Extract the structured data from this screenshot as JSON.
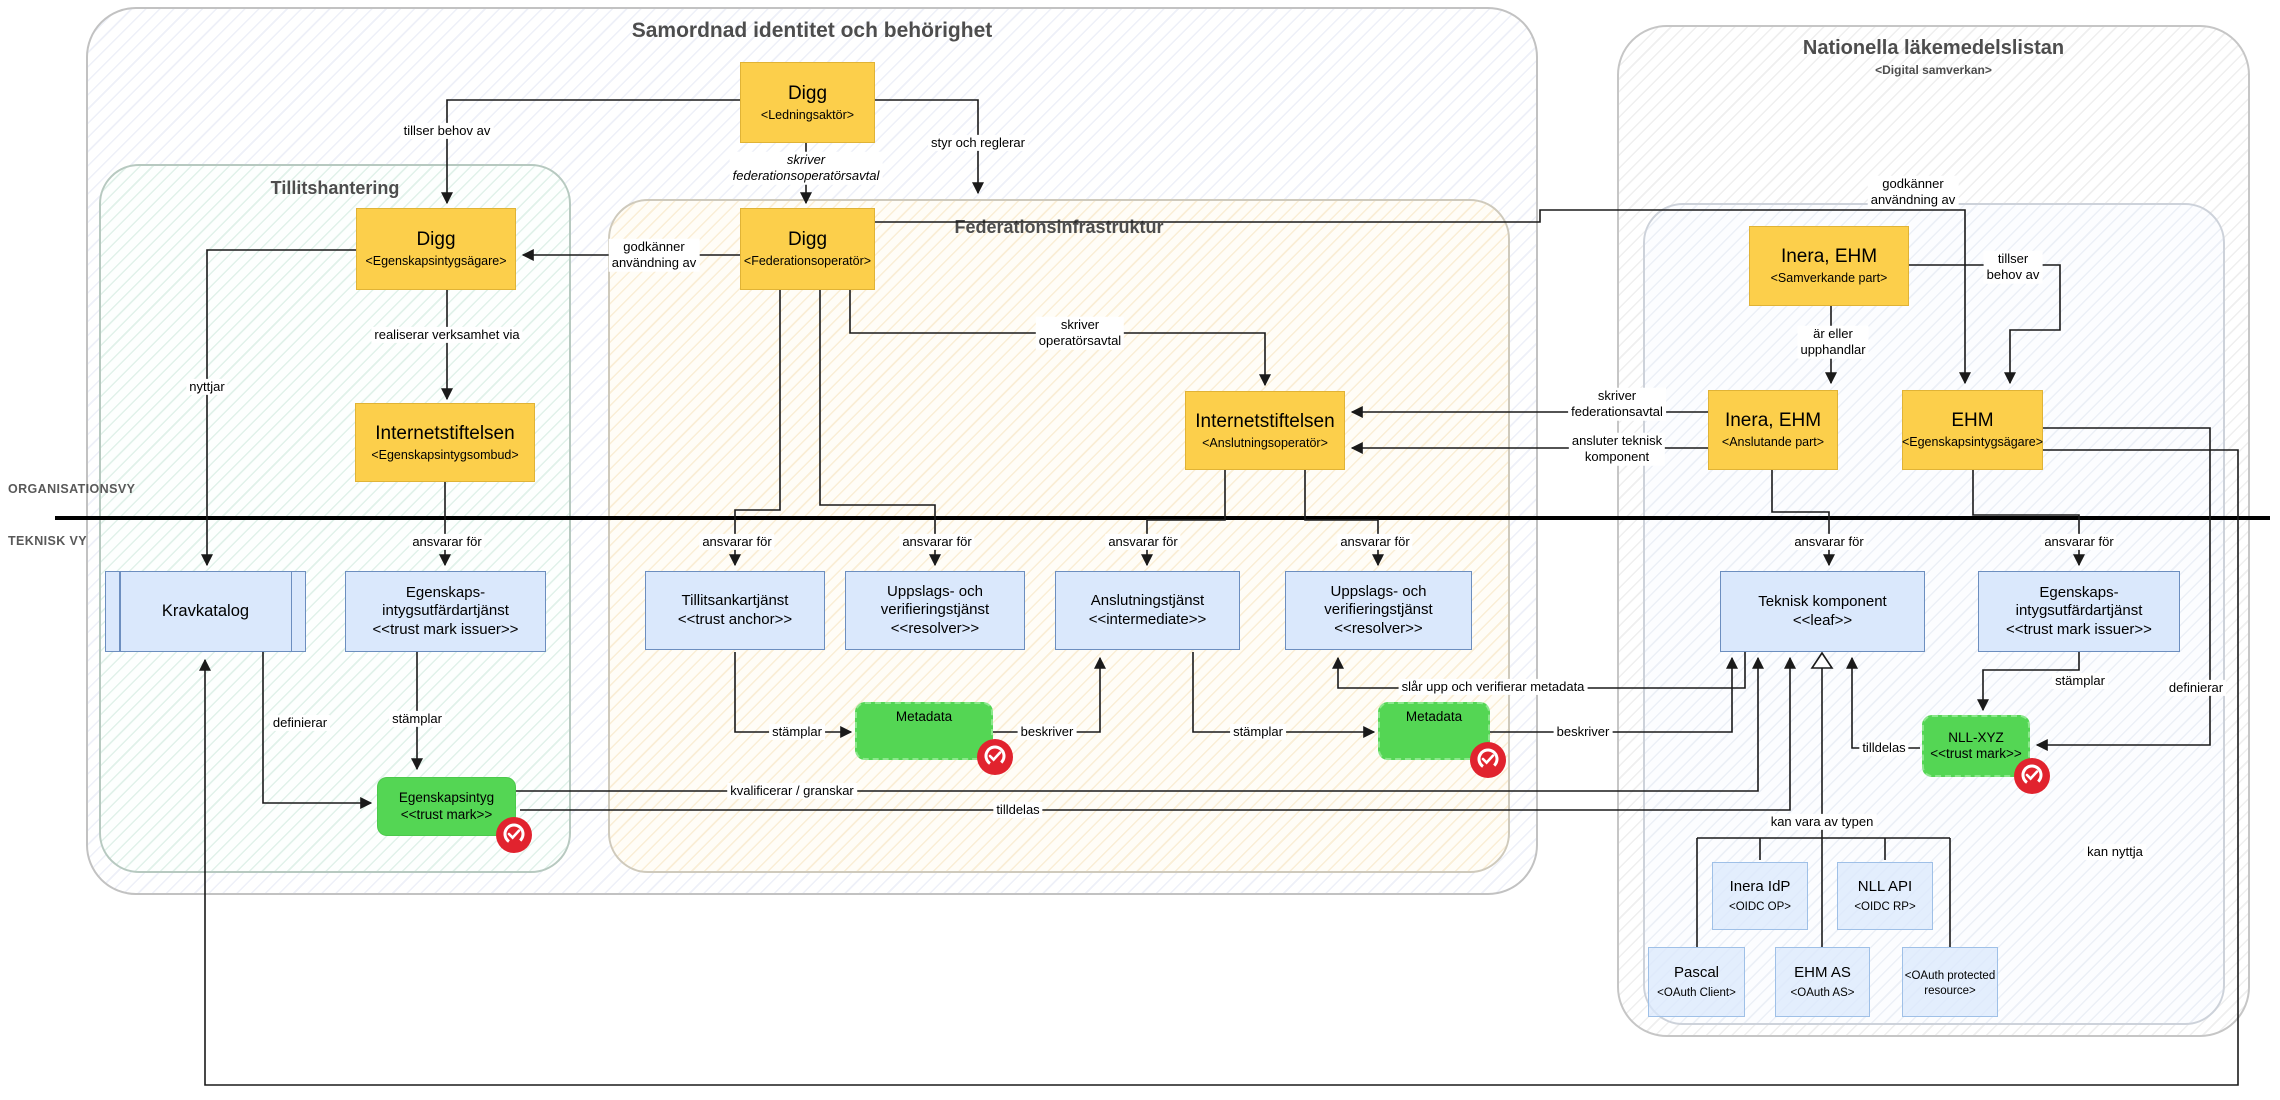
{
  "diagram": {
    "groups": {
      "samordnad": {
        "title": "Samordnad identitet och behörighet"
      },
      "tillitshantering": {
        "title": "Tillitshantering"
      },
      "federationsinfrastruktur": {
        "title": "Federationsinfrastruktur"
      },
      "nll": {
        "title": "Nationella läkemedelslistan",
        "subtitle": "<Digital samverkan>"
      }
    },
    "lanes": {
      "top": "ORGANISATIONSVY",
      "bottom": "TEKNISK VY"
    },
    "nodes": {
      "digg_ledning": {
        "title": "Digg",
        "subtitle": "<Ledningsaktör>"
      },
      "digg_egenskapsintygsagare": {
        "title": "Digg",
        "subtitle": "<Egenskapsintygsägare>"
      },
      "digg_federationsoperator": {
        "title": "Digg",
        "subtitle": "<Federationsoperatör>"
      },
      "internetstiftelsen_ombud": {
        "title": "Internetstiftelsen",
        "subtitle": "<Egenskapsintygsombud>"
      },
      "internetstiftelsen_anslutning": {
        "title": "Internetstiftelsen",
        "subtitle": "<Anslutningsoperatör>"
      },
      "inera_samverkande": {
        "title": "Inera, EHM",
        "subtitle": "<Samverkande part>"
      },
      "inera_anslutande": {
        "title": "Inera, EHM",
        "subtitle": "<Anslutande part>"
      },
      "ehm": {
        "title": "EHM",
        "subtitle": "<Egenskapsintygsägare>"
      },
      "kravkatalog": {
        "title": "Kravkatalog"
      },
      "egenskapsintygsutfardartjanst_v": {
        "title": "Egenskaps-\nintygsutfärdartjänst",
        "subtitle": "<<trust mark issuer>>"
      },
      "tillitsankartjanst": {
        "title": "Tillitsankartjänst",
        "subtitle": "<<trust anchor>>"
      },
      "uppslagstjanst_1": {
        "title": "Uppslags- och\nverifieringstjänst",
        "subtitle": "<<resolver>>"
      },
      "anslutningstjanst": {
        "title": "Anslutningstjänst",
        "subtitle": "<<intermediate>>"
      },
      "uppslagstjanst_2": {
        "title": "Uppslags- och\nverifieringstjänst",
        "subtitle": "<<resolver>>"
      },
      "teknisk_komponent": {
        "title": "Teknisk komponent",
        "subtitle": "<<leaf>>"
      },
      "egenskapsintygsutfardartjanst_h": {
        "title": "Egenskaps-\nintygsutfärdartjänst",
        "subtitle": "<<trust mark issuer>>"
      },
      "egenskapsintyg": {
        "title": "Egenskapsintyg",
        "subtitle": "<<trust mark>>"
      },
      "metadata_1": {
        "title": "Metadata"
      },
      "metadata_2": {
        "title": "Metadata"
      },
      "nll_xyz": {
        "title": "NLL-XYZ",
        "subtitle": "<<trust mark>>"
      },
      "inera_idp": {
        "title": "Inera IdP",
        "subtitle": "<OIDC OP>"
      },
      "nll_api": {
        "title": "NLL API",
        "subtitle": "<OIDC RP>"
      },
      "pascal": {
        "title": "Pascal",
        "subtitle": "<OAuth Client>"
      },
      "ehm_as": {
        "title": "EHM AS",
        "subtitle": "<OAuth AS>"
      },
      "oauth_resource": {
        "subtitle": "<OAuth protected\nresource>"
      }
    },
    "edge_labels": {
      "tillser_behov_av": {
        "text": "tillser behov av"
      },
      "skriver_federationsoperatorsavtal": {
        "text": "skriver\nfederationsoperatörsavtal"
      },
      "styr_och_reglerar": {
        "text": "styr och reglerar"
      },
      "godkanner_anvandning_av": {
        "text": "godkänner\nanvändning av"
      },
      "realiserar_verksamhet_via": {
        "text": "realiserar verksamhet via"
      },
      "nyttjar": {
        "text": "nyttjar"
      },
      "ansvarar_for": {
        "text": "ansvarar för"
      },
      "definierar": {
        "text": "definierar"
      },
      "stamplar": {
        "text": "stämplar"
      },
      "beskriver": {
        "text": "beskriver"
      },
      "skriver_operatorsavtal": {
        "text": "skriver\noperatörsavtal"
      },
      "slar_upp": {
        "text": "slår upp och verifierar metadata"
      },
      "kvalificerar_granskar": {
        "text": "kvalificerar / granskar"
      },
      "tilldelas": {
        "text": "tilldelas"
      },
      "kan_vara_av_typen": {
        "text": "kan vara av typen"
      },
      "kan_nyttja": {
        "text": "kan nyttja"
      },
      "tillser_behov_av_2": {
        "text": "tillser\nbehov av"
      },
      "ar_eller_upphandlar": {
        "text": "är eller\nupphandlar"
      },
      "skriver_federationsavtal": {
        "text": "skriver\nfederationsavtal"
      },
      "ansluter_teknisk_komponent": {
        "text": "ansluter teknisk\nkomponent"
      }
    },
    "colors": {
      "actor_fill": "#fccf4b",
      "service_fill": "#dae8fc",
      "service_border": "#6c8ebf",
      "artifact_fill": "#54d654",
      "seal_red": "#e1232e"
    }
  }
}
